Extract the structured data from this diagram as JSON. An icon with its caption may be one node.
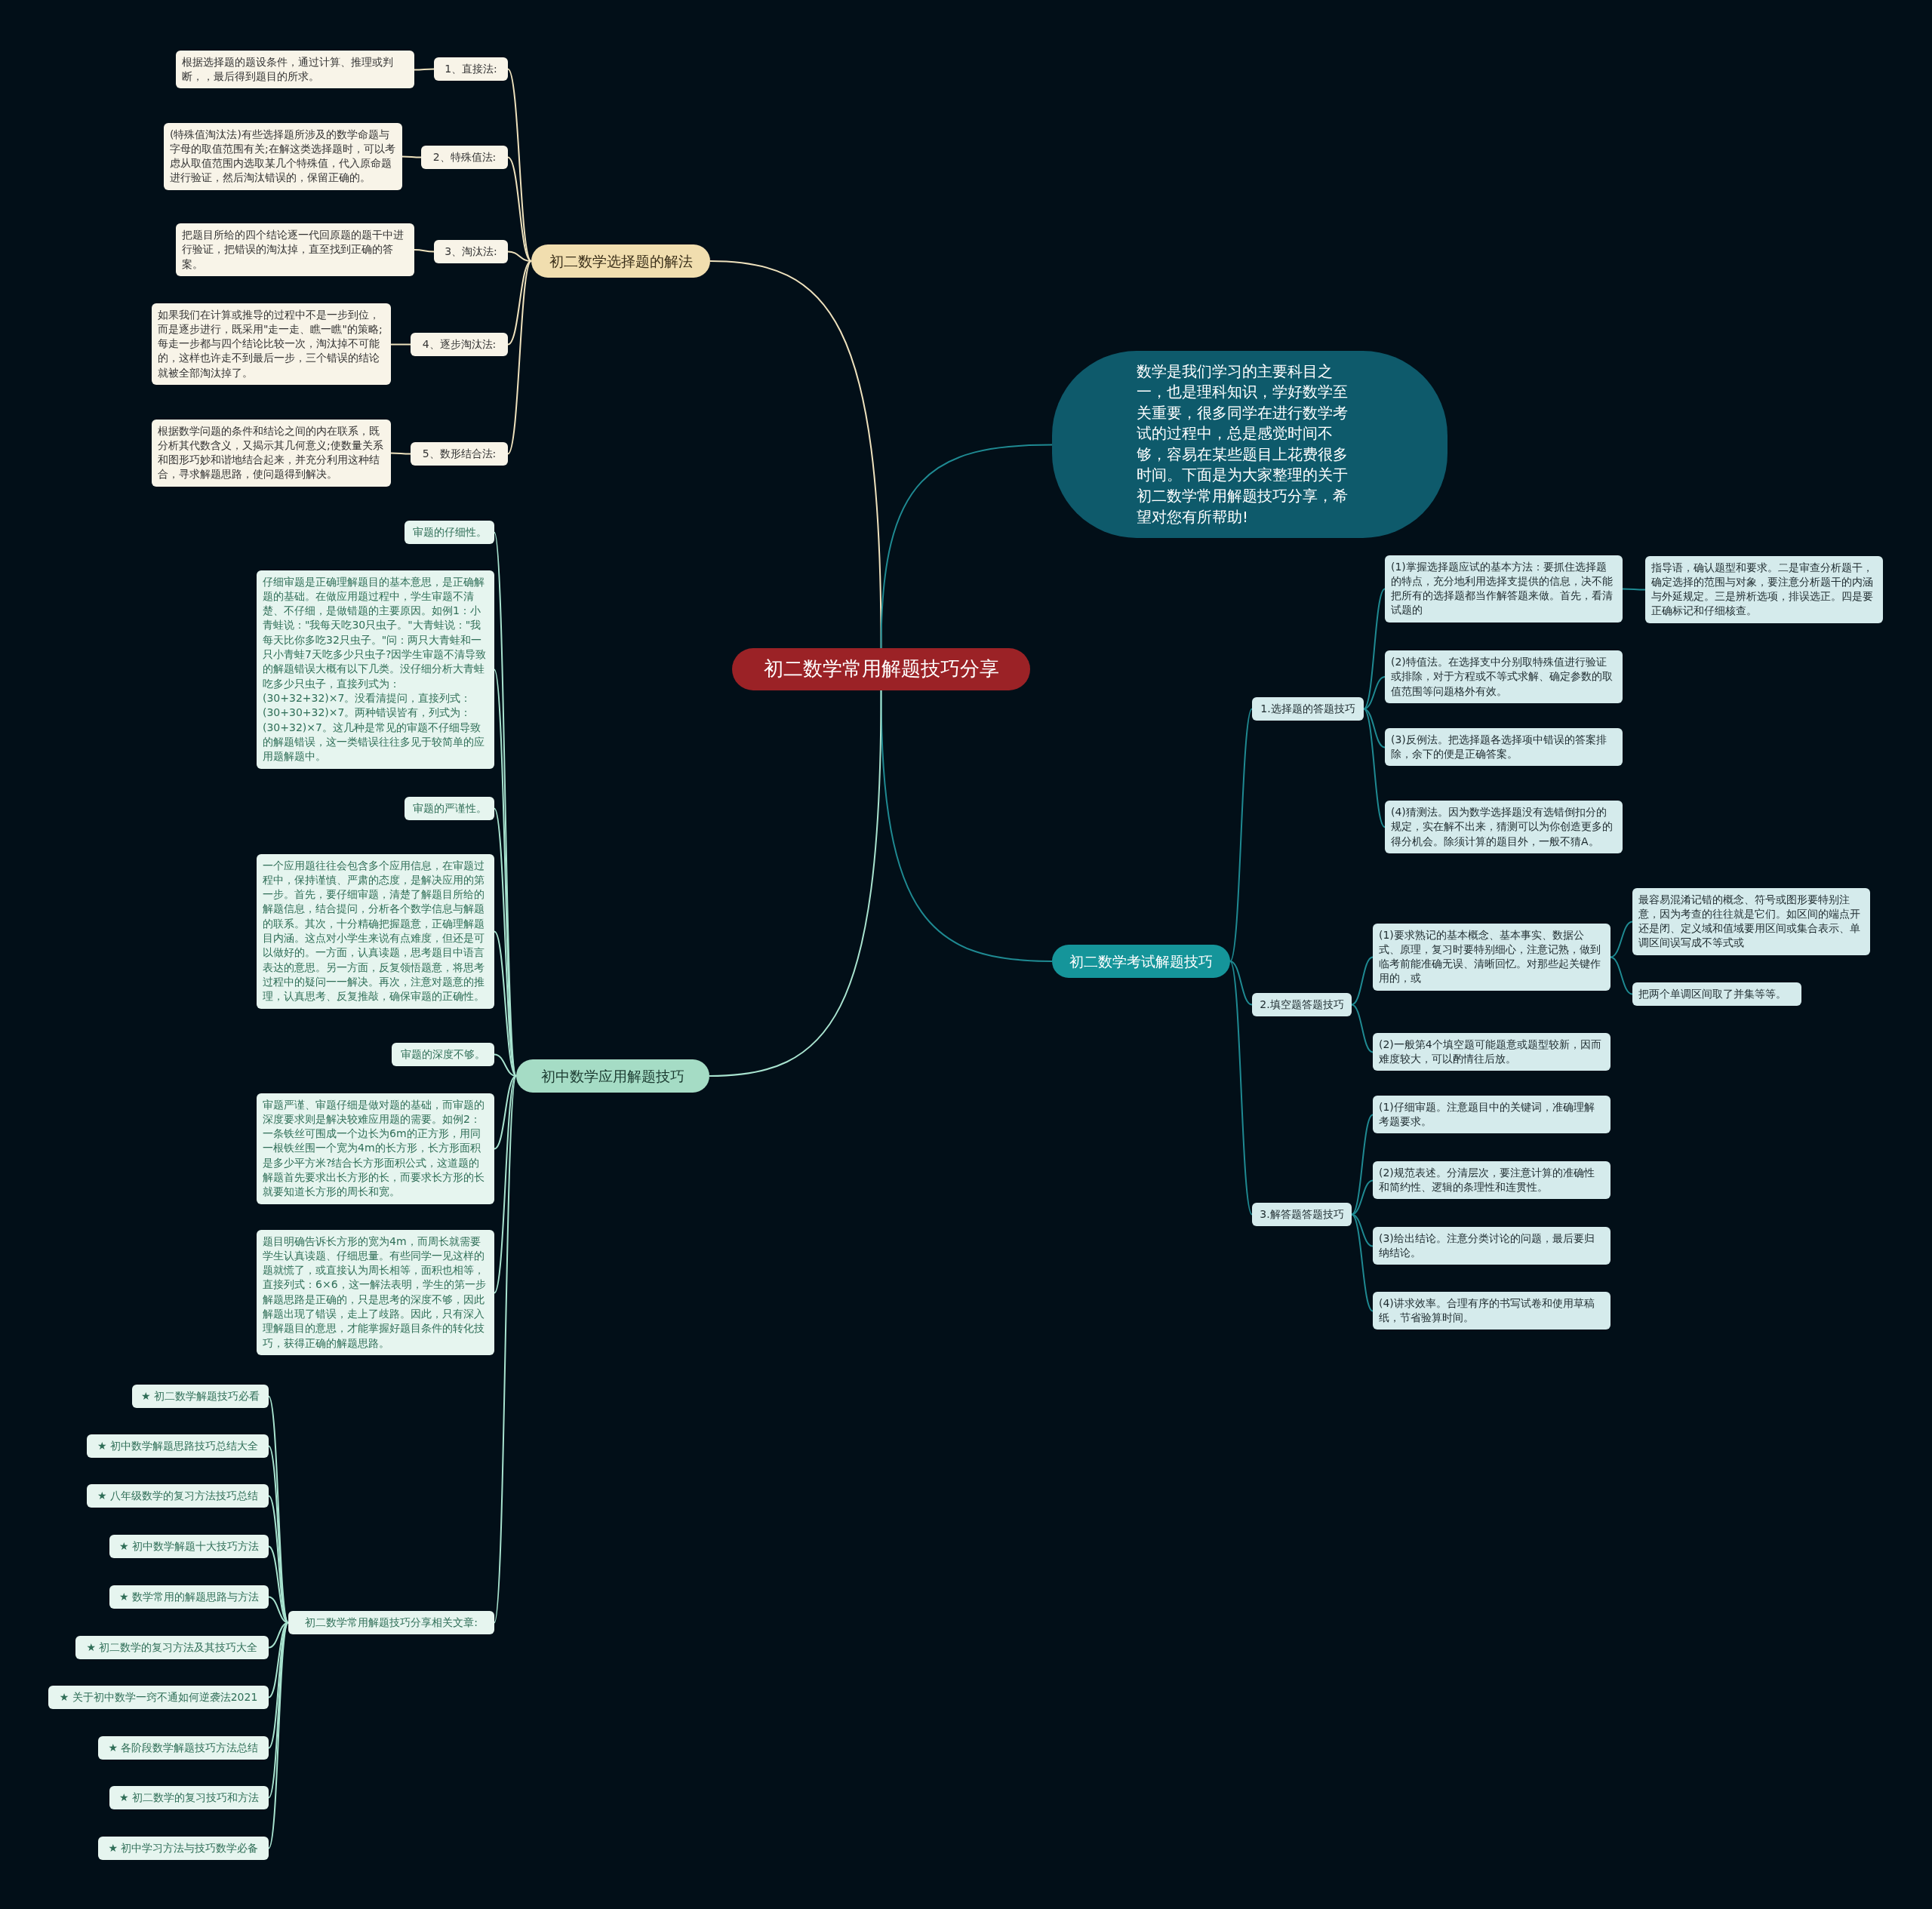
{
  "diagram": {
    "nodes": [
      {
        "text": [
          "初二数学常用解题技巧分享"
        ]
      },
      {
        "text": [
          "初二数学选择题的解法"
        ]
      },
      {
        "text": [
          "1、直接法:"
        ]
      },
      {
        "text": [
          "根据选择题的题设条件，通过计算、推理或判断，，最后得到题目的所求。"
        ]
      },
      {
        "text": [
          "2、特殊值法:"
        ]
      },
      {
        "text": [
          "(特殊值淘汰法)有些选择题所涉及的数学命题与字母的取值范围有关;在解这类选择题时，可以考虑从取值范围内选取某几个特殊值，代入原命题进行验证，然后淘汰错误的，保留正确的。"
        ]
      },
      {
        "text": [
          "3、淘汰法:"
        ]
      },
      {
        "text": [
          "把题目所给的四个结论逐一代回原题的题干中进行验证，把错误的淘汰掉，直至找到正确的答案。"
        ]
      },
      {
        "text": [
          "4、逐步淘汰法:"
        ]
      },
      {
        "text": [
          "如果我们在计算或推导的过程中不是一步到位，而是逐步进行，既采用\"走一走、瞧一瞧\"的策略;每走一步都与四个结论比较一次，淘汰掉不可能的，这样也许走不到最后一步，三个错误的结论就被全部淘汰掉了。"
        ]
      },
      {
        "text": [
          "5、数形结合法:"
        ]
      },
      {
        "text": [
          "根据数学问题的条件和结论之间的内在联系，既分析其代数含义，又揭示其几何意义;使数量关系和图形巧妙和谐地结合起来，并充分利用这种结合，寻求解题思路，使问题得到解决。"
        ]
      },
      {
        "text": [
          "数学是我们学习的主要科目之一，也是理科知识，学好数学至关重要，很多同学在进行数学考试的过程中，总是感觉时间不够，容易在某些题目上花费很多时间。下面是为大家整理的关于初二数学常用解题技巧分享，希望对您有所帮助!"
        ]
      },
      {
        "text": [
          "初二数学考试解题技巧"
        ]
      },
      {
        "text": [
          "1.选择题的答题技巧"
        ]
      },
      {
        "text": [
          "(1)掌握选择题应试的基本方法：要抓住选择题的特点，充分地利用选择支提供的信息，决不能把所有的选择题都当作解答题来做。首先，看清试题的"
        ]
      },
      {
        "text": [
          "指导语，确认题型和要求。二是审查分析题干，确定选择的范围与对象，要注意分析题干的内涵与外延规定。三是辨析选项，排误选正。四是要正确标记和仔细核查。"
        ]
      },
      {
        "text": [
          "(2)特值法。在选择支中分别取特殊值进行验证或排除，对于方程或不等式求解、确定参数的取值范围等问题格外有效。"
        ]
      },
      {
        "text": [
          "(3)反例法。把选择题各选择项中错误的答案排除，余下的便是正确答案。"
        ]
      },
      {
        "text": [
          "(4)猜测法。因为数学选择题没有选错倒扣分的规定，实在解不出来，猜测可以为你创造更多的得分机会。除须计算的题目外，一般不猜A。"
        ]
      },
      {
        "text": [
          "2.填空题答题技巧"
        ]
      },
      {
        "text": [
          "(1)要求熟记的基本概念、基本事实、数据公式、原理，复习时要特别细心，注意记熟，做到临考前能准确无误、清晰回忆。对那些起关键作用的，或"
        ]
      },
      {
        "text": [
          "最容易混淆记错的概念、符号或图形要特别注意，因为考查的往往就是它们。如区间的端点开还是闭、定义域和值域要用区间或集合表示、单调区间误写成不等式或"
        ]
      },
      {
        "text": [
          "把两个单调区间取了并集等等。"
        ]
      },
      {
        "text": [
          "(2)一般第4个填空题可能题意或题型较新，因而难度较大，可以酌情往后放。"
        ]
      },
      {
        "text": [
          "3.解答题答题技巧"
        ]
      },
      {
        "text": [
          "(1)仔细审题。注意题目中的关键词，准确理解考题要求。"
        ]
      },
      {
        "text": [
          "(2)规范表述。分清层次，要注意计算的准确性和简约性、逻辑的条理性和连贯性。"
        ]
      },
      {
        "text": [
          "(3)给出结论。注意分类讨论的问题，最后要归纳结论。"
        ]
      },
      {
        "text": [
          "(4)讲求效率。合理有序的书写试卷和使用草稿纸，节省验算时间。"
        ]
      },
      {
        "text": [
          "初中数学应用解题技巧"
        ]
      },
      {
        "text": [
          "审题的仔细性。"
        ]
      },
      {
        "text": [
          "仔细审题是正确理解题目的基本意思，是正确解题的基础。在做应用题过程中，学生审题不清楚、不仔细，是做错题的主要原因。如例1：小青蛙说：\"我每天吃30只虫子。\"大青蛙说：\"我每天比你多吃32只虫子。\"问：两只大青蛙和一只小青蛙7天吃多少只虫子?因学生审题不清导致的解题错误大概有以下几类。没仔细分析大青蛙吃多少只虫子，直接列式为：(30+32+32)×7。没看清提问，直接列式：(30+30+32)×7。两种错误皆有，列式为：(30+32)×7。这几种是常见的审题不仔细导致的解题错误，这一类错误往往多见于较简单的应用题解题中。"
        ]
      },
      {
        "text": [
          "审题的严谨性。"
        ]
      },
      {
        "text": [
          "一个应用题往往会包含多个应用信息，在审题过程中，保持谨慎、严肃的态度，是解决应用的第一步。首先，要仔细审题，清楚了解题目所给的解题信息，结合提问，分析各个数学信息与解题的联系。其次，十分精确把握题意，正确理解题目内涵。这点对小学生来说有点难度，但还是可以做好的。一方面，认真读题，思考题目中语言表达的意思。另一方面，反复领悟题意，将思考过程中的疑问一一解决。再次，注意对题意的推理，认真思考、反复推敲，确保审题的正确性。"
        ]
      },
      {
        "text": [
          "审题的深度不够。"
        ]
      },
      {
        "text": [
          "审题严谨、审题仔细是做对题的基础，而审题的深度要求则是解决较难应用题的需要。如例2：一条铁丝可围成一个边长为6m的正方形，用同一根铁丝围一个宽为4m的长方形，长方形面积是多少平方米?结合长方形面积公式，这道题的解题首先要求出长方形的长，而要求长方形的长就要知道长方形的周长和宽。"
        ]
      },
      {
        "text": [
          "题目明确告诉长方形的宽为4m，而周长就需要学生认真读题、仔细思量。有些同学一见这样的题就慌了，或直接认为周长相等，面积也相等，直接列式：6×6，这一解法表明，学生的第一步解题思路是正确的，只是思考的深度不够，因此解题出现了错误，走上了歧路。因此，只有深入理解题目的意思，才能掌握好题目条件的转化技巧，获得正确的解题思路。"
        ]
      },
      {
        "text": [
          "初二数学常用解题技巧分享相关文章:"
        ]
      },
      {
        "text": [
          "★ 初二数学解题技巧必看"
        ]
      },
      {
        "text": [
          "★ 初中数学解题思路技巧总结大全"
        ]
      },
      {
        "text": [
          "★ 八年级数学的复习方法技巧总结"
        ]
      },
      {
        "text": [
          "★ 初中数学解题十大技巧方法"
        ]
      },
      {
        "text": [
          "★ 数学常用的解题思路与方法"
        ]
      },
      {
        "text": [
          "★ 初二数学的复习方法及其技巧大全"
        ]
      },
      {
        "text": [
          "★ 关于初中数学一窍不通如何逆袭法2021"
        ]
      },
      {
        "text": [
          "★ 各阶段数学解题技巧方法总结"
        ]
      },
      {
        "text": [
          "★ 初二数学的复习技巧和方法"
        ]
      },
      {
        "text": [
          "★ 初中学习方法与技巧数学必备"
        ]
      }
    ],
    "edges": [
      {
        "from": 0,
        "to": 1,
        "arrow": "none",
        "color": "#efe2bd"
      },
      {
        "from": 1,
        "to": 2,
        "arrow": "none",
        "color": "#efe2bd"
      },
      {
        "from": 2,
        "to": 3,
        "arrow": "none",
        "color": "#efe2bd"
      },
      {
        "from": 1,
        "to": 4,
        "arrow": "none",
        "color": "#efe2bd"
      },
      {
        "from": 4,
        "to": 5,
        "arrow": "none",
        "color": "#efe2bd"
      },
      {
        "from": 1,
        "to": 6,
        "arrow": "none",
        "color": "#efe2bd"
      },
      {
        "from": 6,
        "to": 7,
        "arrow": "none",
        "color": "#efe2bd"
      },
      {
        "from": 1,
        "to": 8,
        "arrow": "none",
        "color": "#efe2bd"
      },
      {
        "from": 8,
        "to": 9,
        "arrow": "none",
        "color": "#efe2bd"
      },
      {
        "from": 1,
        "to": 10,
        "arrow": "none",
        "color": "#efe2bd"
      },
      {
        "from": 10,
        "to": 11,
        "arrow": "none",
        "color": "#efe2bd"
      },
      {
        "from": 0,
        "to": 12,
        "arrow": "none",
        "color": "#1f8a92"
      },
      {
        "from": 0,
        "to": 13,
        "arrow": "none",
        "color": "#1f8a92"
      },
      {
        "from": 13,
        "to": 14,
        "arrow": "none",
        "color": "#1f8a92"
      },
      {
        "from": 14,
        "to": 15,
        "arrow": "none",
        "color": "#1f8a92"
      },
      {
        "from": 15,
        "to": 16,
        "arrow": "none",
        "color": "#1f8a92"
      },
      {
        "from": 14,
        "to": 17,
        "arrow": "none",
        "color": "#1f8a92"
      },
      {
        "from": 14,
        "to": 18,
        "arrow": "none",
        "color": "#1f8a92"
      },
      {
        "from": 14,
        "to": 19,
        "arrow": "none",
        "color": "#1f8a92"
      },
      {
        "from": 13,
        "to": 20,
        "arrow": "none",
        "color": "#1f8a92"
      },
      {
        "from": 20,
        "to": 21,
        "arrow": "none",
        "color": "#1f8a92"
      },
      {
        "from": 21,
        "to": 22,
        "arrow": "none",
        "color": "#1f8a92"
      },
      {
        "from": 21,
        "to": 23,
        "arrow": "none",
        "color": "#1f8a92"
      },
      {
        "from": 20,
        "to": 24,
        "arrow": "none",
        "color": "#1f8a92"
      },
      {
        "from": 13,
        "to": 25,
        "arrow": "none",
        "color": "#1f8a92"
      },
      {
        "from": 25,
        "to": 26,
        "arrow": "none",
        "color": "#1f8a92"
      },
      {
        "from": 25,
        "to": 27,
        "arrow": "none",
        "color": "#1f8a92"
      },
      {
        "from": 25,
        "to": 28,
        "arrow": "none",
        "color": "#1f8a92"
      },
      {
        "from": 25,
        "to": 29,
        "arrow": "none",
        "color": "#1f8a92"
      },
      {
        "from": 0,
        "to": 30,
        "arrow": "none"
      },
      {
        "from": 30,
        "to": 31,
        "arrow": "none"
      },
      {
        "from": 30,
        "to": 32,
        "arrow": "none"
      },
      {
        "from": 30,
        "to": 33,
        "arrow": "none"
      },
      {
        "from": 30,
        "to": 34,
        "arrow": "none"
      },
      {
        "from": 30,
        "to": 35,
        "arrow": "none"
      },
      {
        "from": 30,
        "to": 36,
        "arrow": "none"
      },
      {
        "from": 30,
        "to": 37,
        "arrow": "none"
      },
      {
        "from": 30,
        "to": 38,
        "arrow": "none"
      },
      {
        "from": 38,
        "to": 39,
        "arrow": "none"
      },
      {
        "from": 38,
        "to": 40,
        "arrow": "none"
      },
      {
        "from": 38,
        "to": 41,
        "arrow": "none"
      },
      {
        "from": 38,
        "to": 42,
        "arrow": "none"
      },
      {
        "from": 38,
        "to": 43,
        "arrow": "none"
      },
      {
        "from": 38,
        "to": 44,
        "arrow": "none"
      },
      {
        "from": 38,
        "to": 45,
        "arrow": "none"
      },
      {
        "from": 38,
        "to": 46,
        "arrow": "none"
      },
      {
        "from": 38,
        "to": 47,
        "arrow": "none"
      },
      {
        "from": 38,
        "to": 48,
        "arrow": "none"
      }
    ]
  }
}
